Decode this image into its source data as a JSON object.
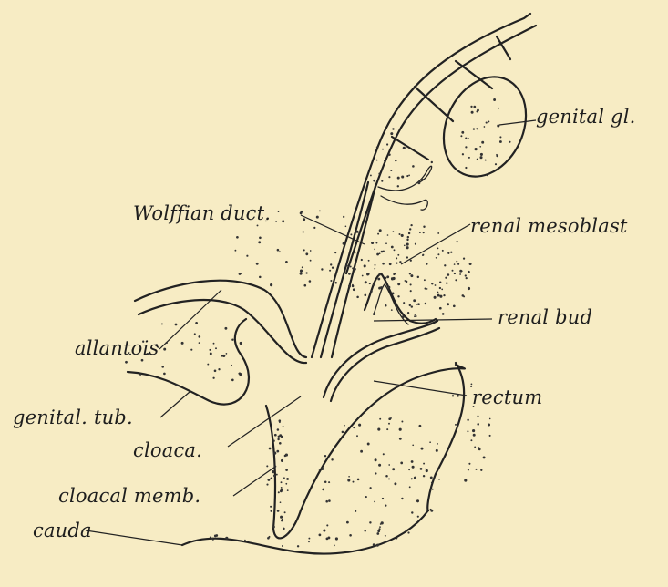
{
  "labels": {
    "genital_gl": "genital gl.",
    "wolffian_duct": "Wolffian duct.",
    "renal_mesoblast": "renal mesoblast",
    "renal_bud": "renal bud",
    "allantois": "allantois",
    "rectum": "rectum",
    "genital_tub": "genital. tub.",
    "cloaca": "cloaca.",
    "cloacal_memb": "cloacal memb.",
    "cauda": "cauda"
  }
}
